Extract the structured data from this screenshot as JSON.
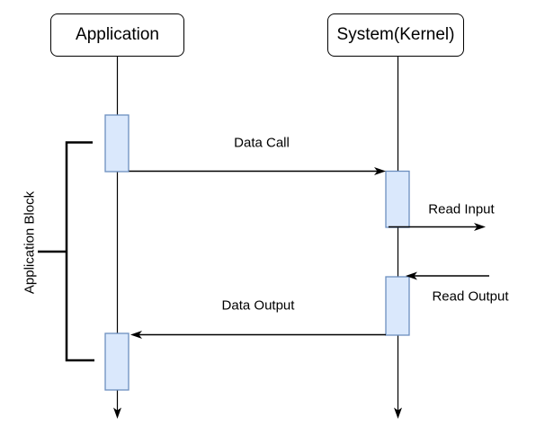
{
  "diagram": {
    "type": "sequence-diagram",
    "actors": [
      {
        "id": "application",
        "label": "Application"
      },
      {
        "id": "system",
        "label": "System(Kernel)"
      }
    ],
    "messages": [
      {
        "id": "data-call",
        "label": "Data Call",
        "from": "Application",
        "to": "System(Kernel)",
        "direction": "right"
      },
      {
        "id": "read-input",
        "label": "Read Input",
        "from": "System(Kernel)",
        "to": "external",
        "direction": "right"
      },
      {
        "id": "read-output",
        "label": "Read Output",
        "from": "external",
        "to": "System(Kernel)",
        "direction": "left"
      },
      {
        "id": "data-output",
        "label": "Data Output",
        "from": "System(Kernel)",
        "to": "Application",
        "direction": "left"
      }
    ],
    "annotation": {
      "label": "Application Block"
    },
    "colors": {
      "activation_fill": "#dae8fc",
      "activation_stroke": "#6c8ebf",
      "line": "#000000",
      "box_fill": "#ffffff",
      "box_stroke": "#000000"
    }
  }
}
